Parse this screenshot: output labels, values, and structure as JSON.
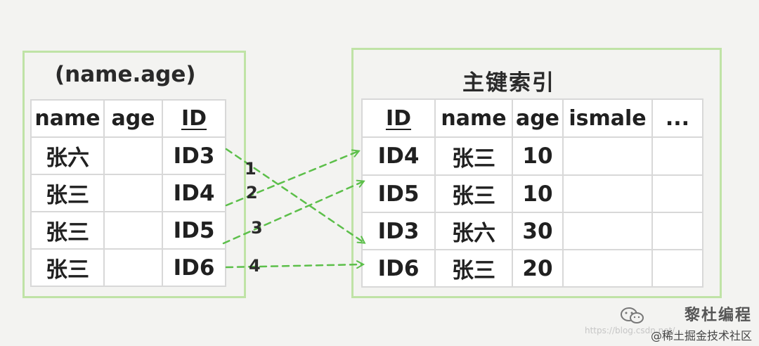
{
  "left_index": {
    "title": "(name.age)",
    "headers": [
      "name",
      "age",
      "ID"
    ],
    "rows": [
      [
        "张六",
        "",
        "ID3"
      ],
      [
        "张三",
        "",
        "ID4"
      ],
      [
        "张三",
        "",
        "ID5"
      ],
      [
        "张三",
        "",
        "ID6"
      ]
    ]
  },
  "primary_index": {
    "title": "主键索引",
    "headers": [
      "ID",
      "name",
      "age",
      "ismale",
      "..."
    ],
    "rows": [
      [
        "ID4",
        "张三",
        "10",
        "",
        ""
      ],
      [
        "ID5",
        "张三",
        "10",
        "",
        ""
      ],
      [
        "ID3",
        "张六",
        "30",
        "",
        ""
      ],
      [
        "ID6",
        "张三",
        "20",
        "",
        ""
      ]
    ]
  },
  "step_labels": [
    "1",
    "2",
    "3",
    "4"
  ],
  "colors": {
    "panel_border": "#bfe3a6",
    "arrow": "#5cbf4a",
    "grid_line": "#d8d8d8",
    "background": "#f3f3f1"
  },
  "watermark": {
    "name": "黎杜编程",
    "sub": "@稀土掘金技术社区",
    "url": "https://blog.csdn.net/...",
    "icon": "wechat-icon"
  }
}
